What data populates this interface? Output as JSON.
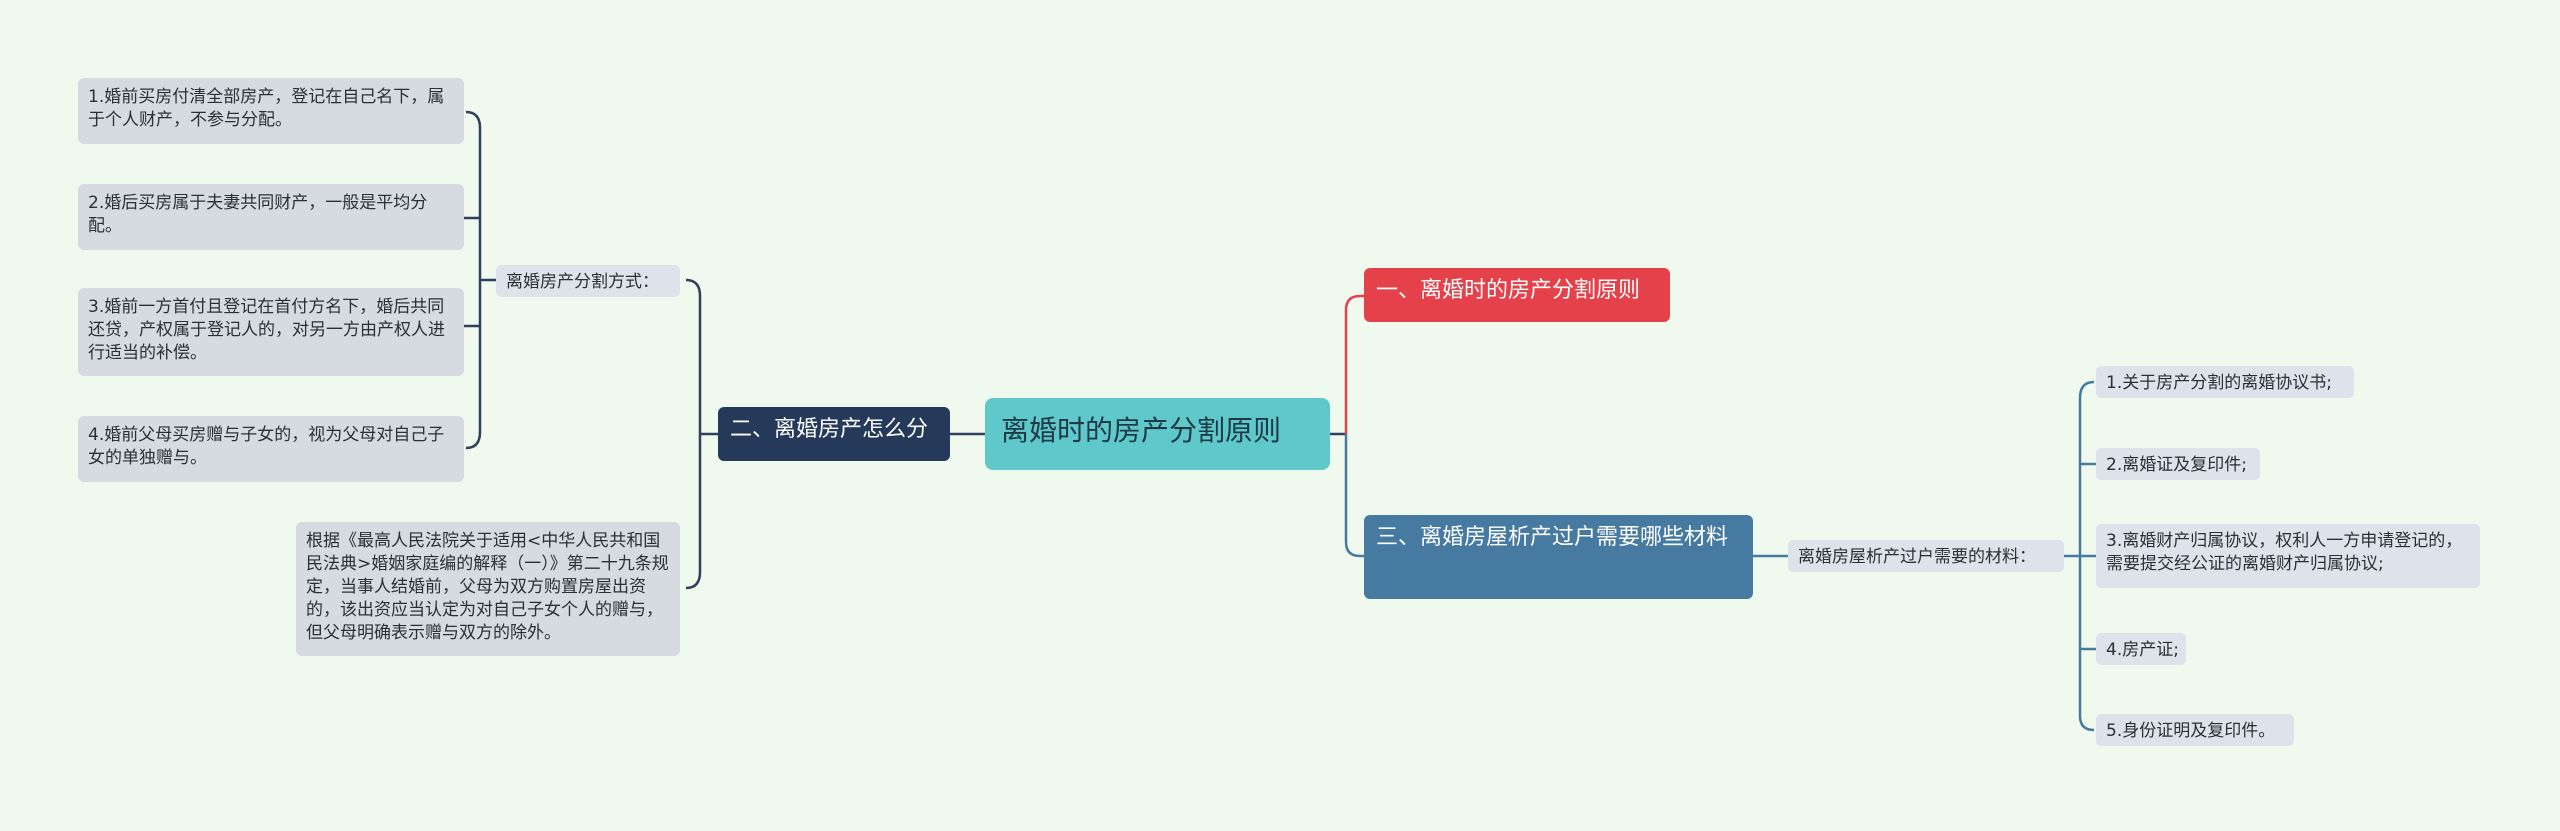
{
  "colors": {
    "background": "#f0f9ee",
    "root": "#5ec8cb",
    "branch_left": "#253a5a",
    "branch_red": "#e4414a",
    "branch_blue": "#467aa0",
    "leaf": "#d6dae1",
    "line_dark": "#2f3f5c",
    "line_red": "#e4414a",
    "line_blue": "#467aa0"
  },
  "root": {
    "text": "离婚时的房产分割原则"
  },
  "left": {
    "branch": "二、离婚房产怎么分",
    "sub_label": "离婚房产分割方式：",
    "items": [
      "1.婚前买房付清全部房产，登记在自己名下，属于个人财产，不参与分配。",
      "2.婚后买房属于夫妻共同财产，一般是平均分配。",
      "3.婚前一方首付且登记在首付方名下，婚后共同还贷，产权属于登记人的，对另一方由产权人进行适当的补偿。",
      "4.婚前父母买房赠与子女的，视为父母对自己子女的单独赠与。"
    ],
    "note": "根据《最高人民法院关于适用<中华人民共和国民法典>婚姻家庭编的解释（一）》第二十九条规定，当事人结婚前，父母为双方购置房屋出资的，该出资应当认定为对自己子女个人的赠与，但父母明确表示赠与双方的除外。"
  },
  "right": {
    "branch1": "一、离婚时的房产分割原则",
    "branch3": "三、离婚房屋析产过户需要哪些材料",
    "sub_label": "离婚房屋析产过户需要的材料：",
    "items": [
      "1.关于房产分割的离婚协议书;",
      "2.离婚证及复印件;",
      "3.离婚财产归属协议，权利人一方申请登记的，需要提交经公证的离婚财产归属协议;",
      "4.房产证;",
      "5.身份证明及复印件。"
    ]
  }
}
